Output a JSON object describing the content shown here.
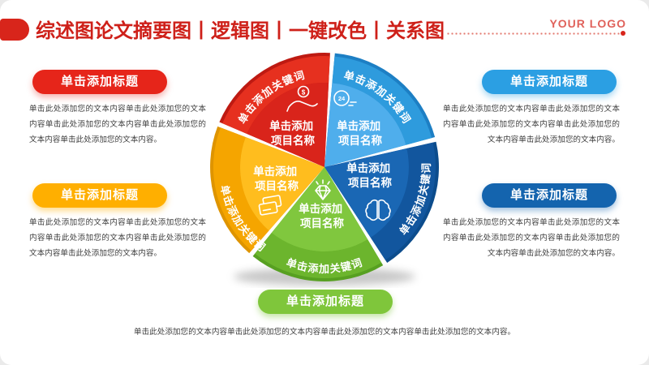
{
  "header": {
    "title": "综述图论文摘要图丨逻辑图丨一键改色丨关系图",
    "logo": "YOUR LOGO",
    "accent_color": "#CE2019"
  },
  "blocks": {
    "top_left": {
      "title": "单击添加标题",
      "color": "#E6251A",
      "body": "单击此处添加您的文本内容单击此处添加您的文本内容单击此处添加您的文本内容单击此处添加您的文本内容单击此处添加您的文本内容。"
    },
    "top_right": {
      "title": "单击添加标题",
      "color": "#2B9FE3",
      "body": "单击此处添加您的文本内容单击此处添加您的文本内容单击此处添加您的文本内容单击此处添加您的文本内容单击此处添加您的文本内容。"
    },
    "bottom_left": {
      "title": "单击添加标题",
      "color": "#FFAF00",
      "body": "单击此处添加您的文本内容单击此处添加您的文本内容单击此处添加您的文本内容单击此处添加您的文本内容单击此处添加您的文本内容。"
    },
    "bottom_right": {
      "title": "单击添加标题",
      "color": "#1464AE",
      "body": "单击此处添加您的文本内容单击此处添加您的文本内容单击此处添加您的文本内容单击此处添加您的文本内容单击此处添加您的文本内容。"
    },
    "bottom_center": {
      "title": "单击添加标题",
      "color": "#7FC63B"
    }
  },
  "footer_text": "单击此处添加您的文本内容单击此处添加您的文本内容单击此处添加您的文本内容单击此处添加您的文本内容。",
  "wheel": {
    "slices": [
      {
        "position": "top-left",
        "icon": "coin-hand-icon",
        "color_band": "#E6301F",
        "color_inner": "#D9241B",
        "keyword": "单击添加关键词",
        "label1": "单击添加",
        "label2": "项目名称"
      },
      {
        "position": "top-right",
        "icon": "24-hour-clock-icon",
        "color_band": "#2E9BDD",
        "color_inner": "#4FAEEC",
        "keyword": "单击添加关键词",
        "label1": "单击添加",
        "label2": "项目名称"
      },
      {
        "position": "right",
        "icon": "brain-icon",
        "color_band": "#12569E",
        "color_inner": "#1A67B4",
        "keyword": "单击添加关键词",
        "label1": "单击添加",
        "label2": "项目名称"
      },
      {
        "position": "bottom",
        "icon": "diamond-icon",
        "color_band": "#6CB52D",
        "color_inner": "#80C73E",
        "keyword": "单击添加关键词",
        "label1": "单击添加",
        "label2": "项目名称"
      },
      {
        "position": "left",
        "icon": "credit-cards-icon",
        "color_band": "#F5A500",
        "color_inner": "#FFBD1E",
        "keyword": "单击添加关键词",
        "label1": "单击添加",
        "label2": "项目名称"
      }
    ]
  }
}
